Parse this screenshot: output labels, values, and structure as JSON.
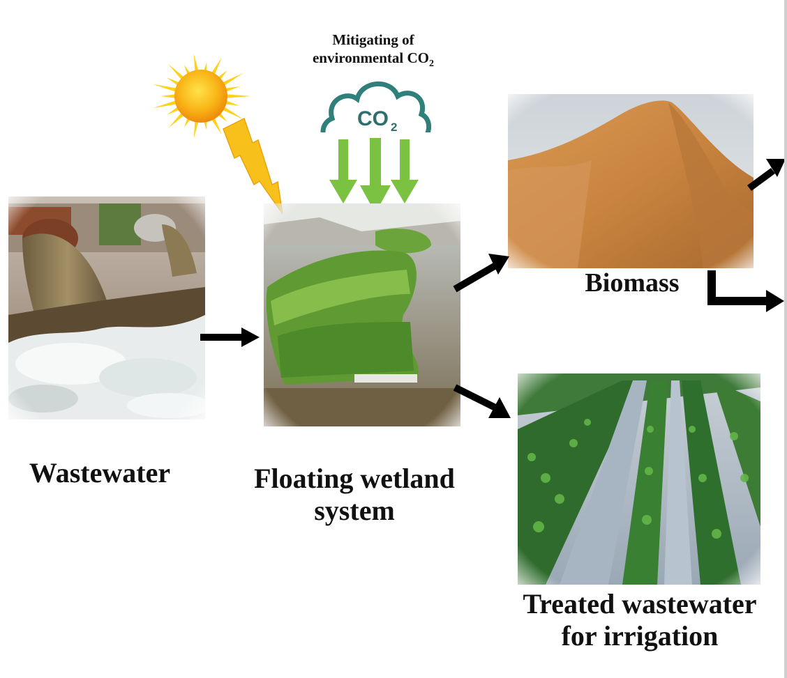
{
  "labels": {
    "wastewater": "Wastewater",
    "wetland_line1": "Floating wetland",
    "wetland_line2": "system",
    "biomass": "Biomass",
    "treated_line1": "Treated wastewater",
    "treated_line2": "for irrigation"
  },
  "co2": {
    "title_line1": "Mitigating of",
    "title_line2": "environmental CO",
    "title_sub": "2",
    "cloud_text": "CO",
    "cloud_sub": "2"
  },
  "icons": {
    "sun": "sun-icon",
    "lightning": "lightning-bolt-icon",
    "cloud": "co2-cloud-icon",
    "down_arrows": "down-arrows-icon"
  },
  "colors": {
    "sun": "#f7b10f",
    "sun_ray": "#ffd21a",
    "bolt": "#f7c21a",
    "cloud_outline": "#2f7f7a",
    "down_arrow": "#7cc242",
    "flow_arrow": "#000000",
    "text": "#111111"
  }
}
